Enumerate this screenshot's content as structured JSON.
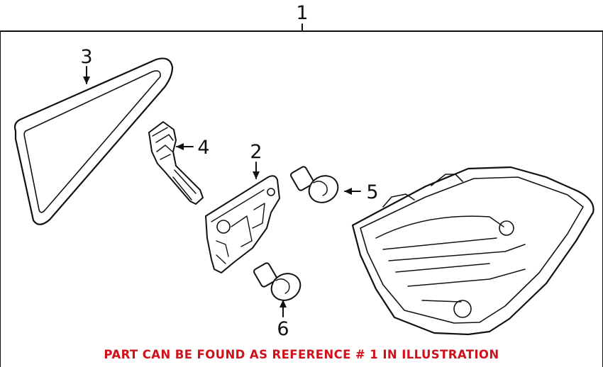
{
  "diagram": {
    "callouts": {
      "c1": "1",
      "c2": "2",
      "c3": "3",
      "c4": "4",
      "c5": "5",
      "c6": "6"
    },
    "footnote": "PART CAN BE FOUND AS REFERENCE # 1 IN ILLUSTRATION",
    "colors": {
      "line": "#111111",
      "footnote": "#d0101a",
      "background": "#ffffff"
    }
  }
}
